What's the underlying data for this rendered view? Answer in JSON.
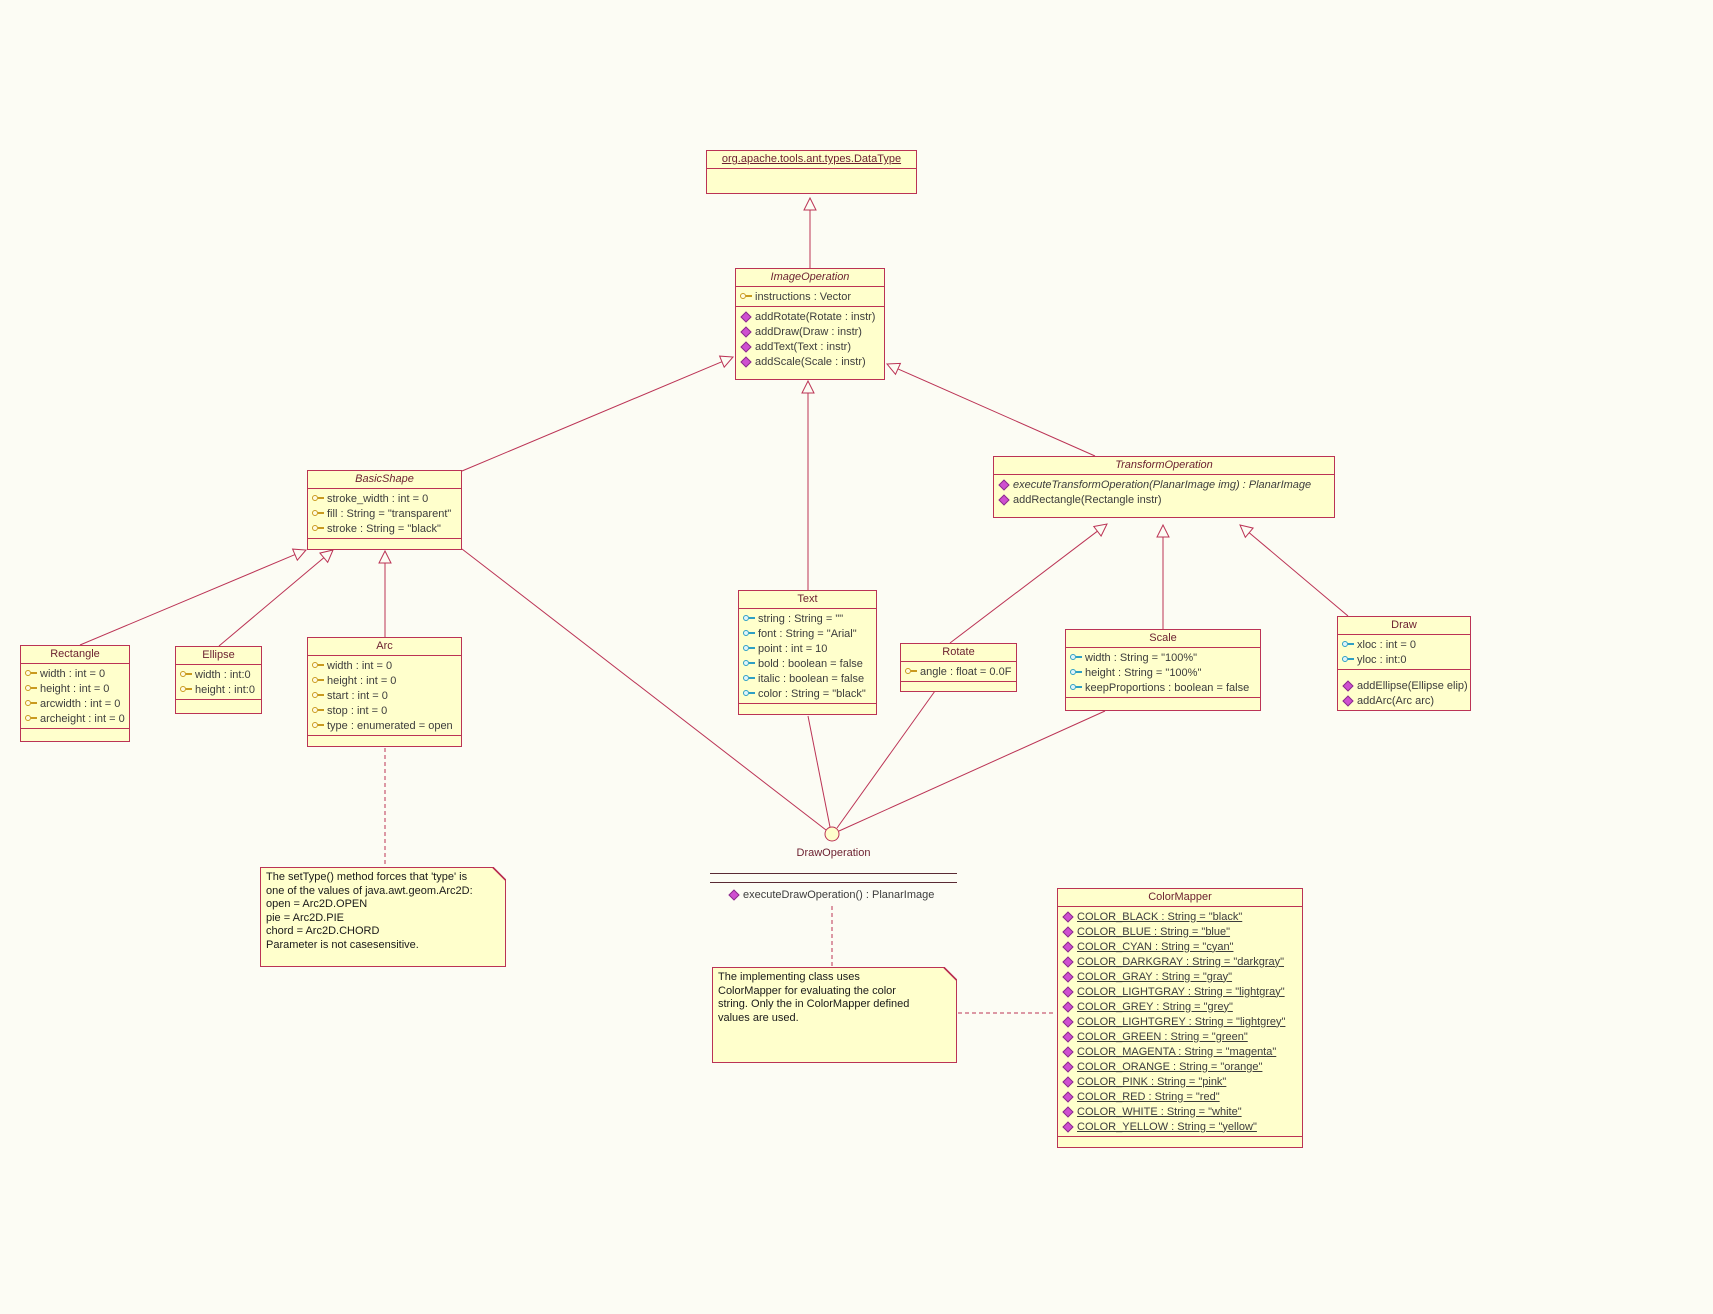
{
  "diagram": {
    "background": "#fcfcf4",
    "box_fill": "#ffffcc",
    "border_color": "#bb3355"
  },
  "classes": {
    "datatype": {
      "name": "org.apache.tools.ant.types.DataType"
    },
    "image_operation": {
      "name": "ImageOperation",
      "attrs": [
        "instructions : Vector"
      ],
      "methods": [
        "addRotate(Rotate : instr)",
        "addDraw(Draw : instr)",
        "addText(Text : instr)",
        "addScale(Scale : instr)"
      ]
    },
    "basic_shape": {
      "name": "BasicShape",
      "attrs": [
        "stroke_width : int = 0",
        "fill : String = \"transparent\"",
        "stroke : String = \"black\""
      ]
    },
    "transform_operation": {
      "name": "TransformOperation",
      "methods": [
        "executeTransformOperation(PlanarImage img) : PlanarImage",
        "addRectangle(Rectangle instr)"
      ]
    },
    "rectangle": {
      "name": "Rectangle",
      "attrs": [
        "width : int = 0",
        "height : int = 0",
        "arcwidth : int = 0",
        "archeight : int = 0"
      ]
    },
    "ellipse": {
      "name": "Ellipse",
      "attrs": [
        "width : int:0",
        "height : int:0"
      ]
    },
    "arc": {
      "name": "Arc",
      "attrs": [
        "width : int = 0",
        "height : int = 0",
        "start : int = 0",
        "stop : int = 0",
        "type : enumerated = open"
      ]
    },
    "text": {
      "name": "Text",
      "attrs": [
        "string : String = \"\"",
        "font : String = \"Arial\"",
        "point : int = 10",
        "bold : boolean = false",
        "italic : boolean = false",
        "color : String = \"black\""
      ]
    },
    "rotate": {
      "name": "Rotate",
      "attrs": [
        "angle : float = 0.0F"
      ]
    },
    "scale": {
      "name": "Scale",
      "attrs": [
        "width : String = \"100%\"",
        "height : String = \"100%\"",
        "keepProportions : boolean = false"
      ]
    },
    "draw": {
      "name": "Draw",
      "attrs": [
        "xloc : int = 0",
        "yloc : int:0"
      ],
      "methods": [
        "addEllipse(Ellipse elip)",
        "addArc(Arc arc)"
      ]
    },
    "draw_operation": {
      "name": "DrawOperation",
      "methods": [
        "executeDrawOperation() : PlanarImage"
      ]
    },
    "color_mapper": {
      "name": "ColorMapper",
      "attrs": [
        "COLOR_BLACK : String = \"black\"",
        "COLOR_BLUE : String = \"blue\"",
        "COLOR_CYAN : String = \"cyan\"",
        "COLOR_DARKGRAY : String = \"darkgray\"",
        "COLOR_GRAY : String = \"gray\"",
        "COLOR_LIGHTGRAY : String = \"lightgray\"",
        "COLOR_GREY : String = \"grey\"",
        "COLOR_LIGHTGREY : String = \"lightgrey\"",
        "COLOR_GREEN : String = \"green\"",
        "COLOR_MAGENTA : String = \"magenta\"",
        "COLOR_ORANGE : String = \"orange\"",
        "COLOR_PINK : String = \"pink\"",
        "COLOR_RED : String = \"red\"",
        "COLOR_WHITE : String = \"white\"",
        "COLOR_YELLOW : String = \"yellow\""
      ]
    }
  },
  "notes": {
    "arc_note": {
      "lines": [
        "The setType() method forces that 'type' is",
        "one of the values of java.awt.geom.Arc2D:",
        "open = Arc2D.OPEN",
        "pie = Arc2D.PIE",
        "chord = Arc2D.CHORD",
        "Parameter is not casesensitive."
      ]
    },
    "colormapper_note": {
      "lines": [
        "The implementing class uses",
        "ColorMapper for evaluating the color",
        "string. Only the in ColorMapper defined",
        "values are used."
      ]
    }
  }
}
